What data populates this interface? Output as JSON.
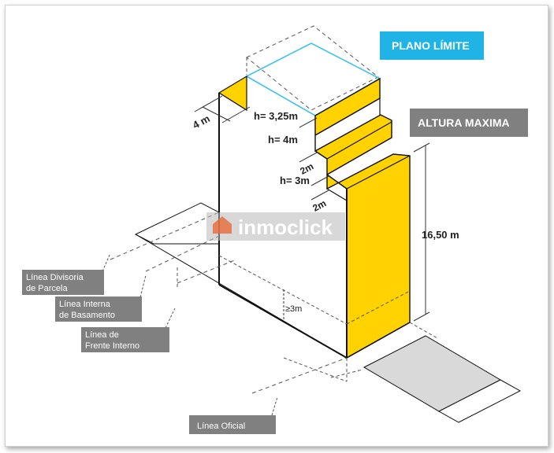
{
  "tags": {
    "plano_limite": "PLANO LÍMITE",
    "altura_maxima": "ALTURA MAXIMA"
  },
  "dimensions": {
    "top_setback": "4 m",
    "h1": "h= 3,25m",
    "h2": "h= 4m",
    "step1": "2m",
    "h3": "h= 3m",
    "step2": "2m",
    "total_height": "16,50 m",
    "min_front": "≥3m"
  },
  "legend": {
    "divisoria_1": "Línea Divisoria",
    "divisoria_2": "de Parcela",
    "interna_1": "Línea Interna",
    "interna_2": "de Basamento",
    "frente_1": "Línea de",
    "frente_2": "Frente Interno",
    "oficial": "Línea Oficial"
  },
  "watermark": "inmoclick",
  "colors": {
    "yellow": "#FFD200",
    "cyan_tag": "#1FB3E6",
    "gray_tag": "#808080",
    "sidewalk": "#D9D9D9"
  }
}
